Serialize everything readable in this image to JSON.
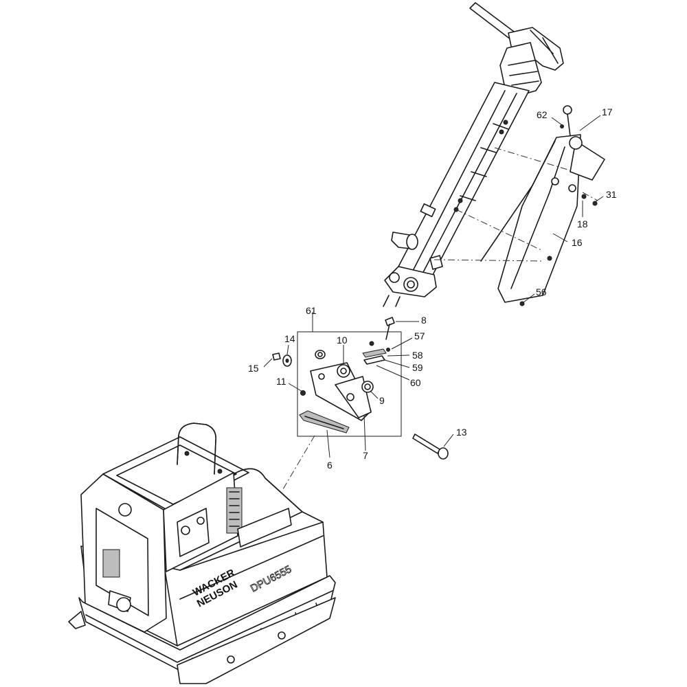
{
  "parts": [
    {
      "id": "p62",
      "label": "62"
    },
    {
      "id": "p17",
      "label": "17"
    },
    {
      "id": "p31",
      "label": "31"
    },
    {
      "id": "p18",
      "label": "18"
    },
    {
      "id": "p16",
      "label": "16"
    },
    {
      "id": "p56",
      "label": "56"
    },
    {
      "id": "p61",
      "label": "61"
    },
    {
      "id": "p8",
      "label": "8"
    },
    {
      "id": "p14",
      "label": "14"
    },
    {
      "id": "p10",
      "label": "10"
    },
    {
      "id": "p57",
      "label": "57"
    },
    {
      "id": "p15",
      "label": "15"
    },
    {
      "id": "p58",
      "label": "58"
    },
    {
      "id": "p59",
      "label": "59"
    },
    {
      "id": "p11",
      "label": "11"
    },
    {
      "id": "p60",
      "label": "60"
    },
    {
      "id": "p9",
      "label": "9"
    },
    {
      "id": "p13",
      "label": "13"
    },
    {
      "id": "p6",
      "label": "6"
    },
    {
      "id": "p7",
      "label": "7"
    }
  ],
  "machine": {
    "brand_line1": "WACKER",
    "brand_line2": "NEUSON",
    "model": "DPU6555"
  },
  "colors": {
    "line": "#1a1a1a",
    "background": "#ffffff"
  }
}
